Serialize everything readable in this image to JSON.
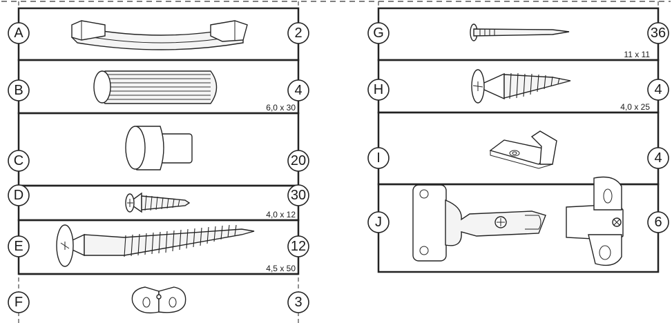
{
  "parts": [
    {
      "letter": "A",
      "qty": "2",
      "size": ""
    },
    {
      "letter": "B",
      "qty": "4",
      "size": "6,0 x 30"
    },
    {
      "letter": "C",
      "qty": "20",
      "size": ""
    },
    {
      "letter": "D",
      "qty": "30",
      "size": "4,0 x 12"
    },
    {
      "letter": "E",
      "qty": "12",
      "size": "4,5 x 50"
    },
    {
      "letter": "F",
      "qty": "3",
      "size": ""
    },
    {
      "letter": "G",
      "qty": "36",
      "size": "11 x 11"
    },
    {
      "letter": "H",
      "qty": "4",
      "size": "4,0 x 25"
    },
    {
      "letter": "I",
      "qty": "4",
      "size": ""
    },
    {
      "letter": "J",
      "qty": "6",
      "size": ""
    }
  ]
}
